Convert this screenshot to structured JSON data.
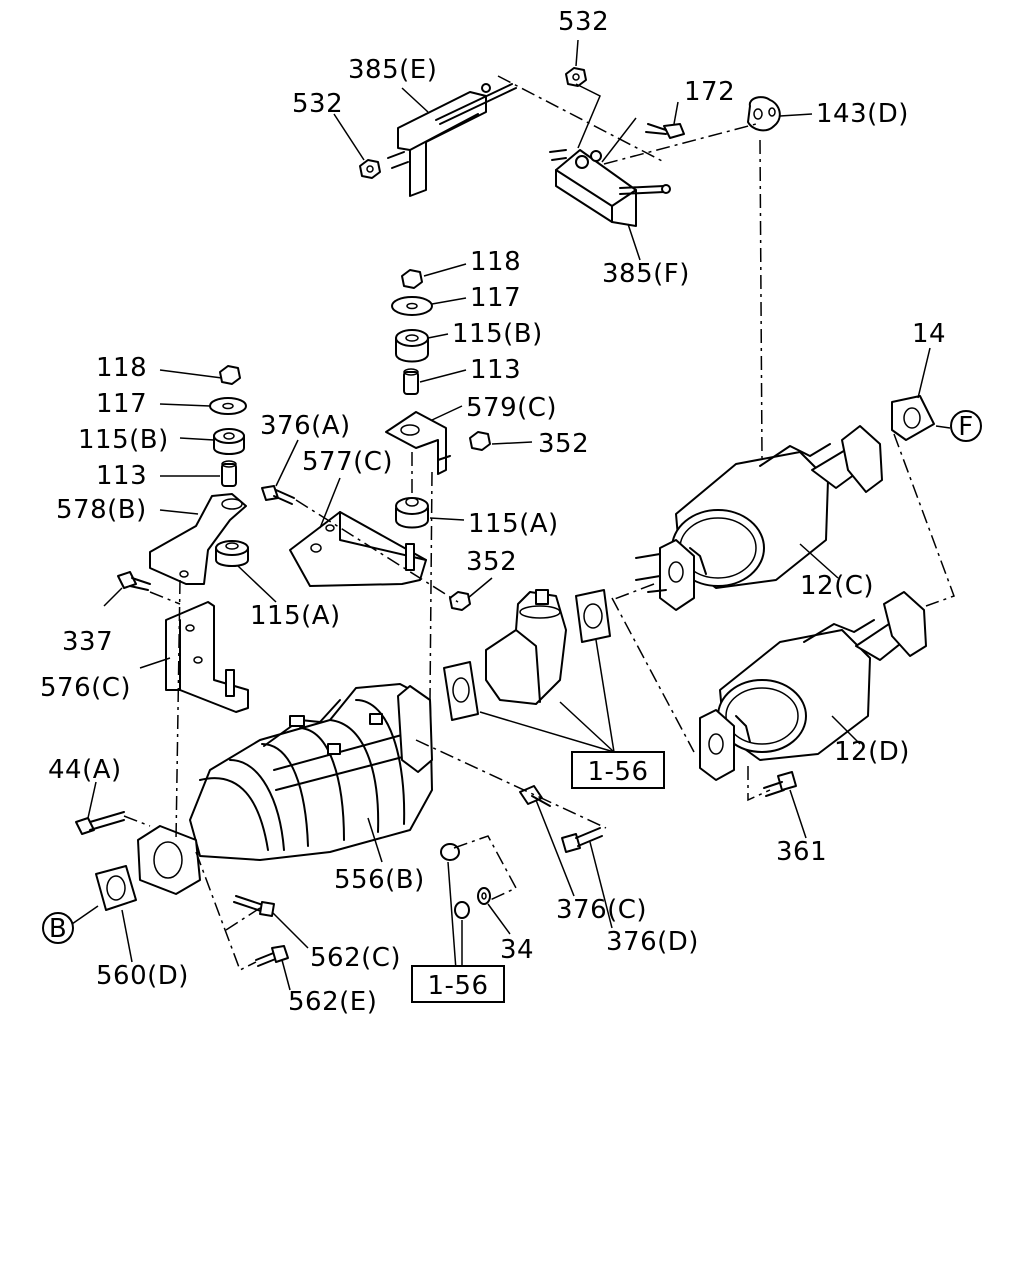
{
  "diagram": {
    "callouts": {
      "c532_top": "532",
      "c385E": "385(E)",
      "c532_left": "532",
      "c172": "172",
      "c143D": "143(D)",
      "c385F": "385(F)",
      "c118_center": "118",
      "c117_center": "117",
      "c115B_center": "115(B)",
      "c113_center": "113",
      "c579C": "579(C)",
      "c352_upper": "352",
      "c118_left": "118",
      "c117_left": "117",
      "c115B_left": "115(B)",
      "c113_left": "113",
      "c578B": "578(B)",
      "c376A": "376(A)",
      "c577C": "577(C)",
      "c115A_center": "115(A)",
      "c352_lower": "352",
      "c337": "337",
      "c115A_left": "115(A)",
      "c576C": "576(C)",
      "c14": "14",
      "cF": "F",
      "c12C": "12(C)",
      "c12D": "12(D)",
      "c361": "361",
      "c44A": "44(A)",
      "c556B": "556(B)",
      "c376C": "376(C)",
      "c376D": "376(D)",
      "c34": "34",
      "cB": "B",
      "c560D": "560(D)",
      "c562C": "562(C)",
      "c562E": "562(E)",
      "ref1": "1-56",
      "ref2": "1-56"
    }
  }
}
